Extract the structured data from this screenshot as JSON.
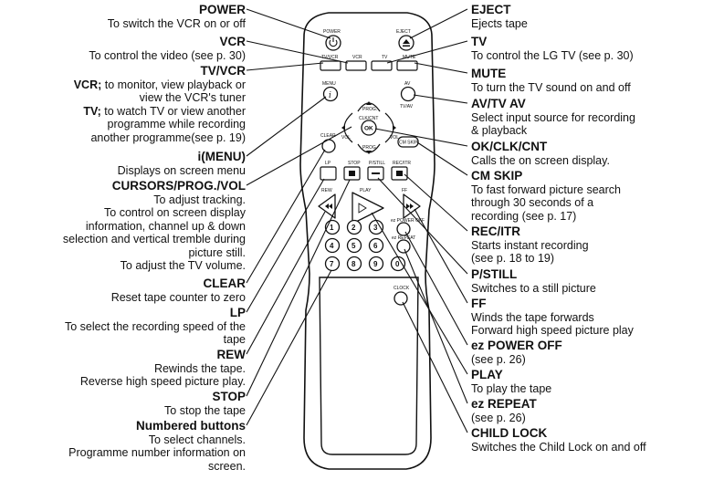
{
  "left_labels": [
    {
      "key": "power",
      "title": "POWER",
      "desc": [
        "To switch the VCR on or off"
      ]
    },
    {
      "key": "vcr",
      "title": "VCR",
      "desc": [
        "To control the video (see p. 30)"
      ]
    },
    {
      "key": "tvvcr",
      "title": "TV/VCR",
      "desc_vcr_label": "VCR;",
      "desc_vcr": "to monitor, view playback or",
      "desc_vcr2": "view the VCR's tuner",
      "desc_tv_label": "TV;",
      "desc_tv": "to watch TV or view another",
      "desc_tv2": "programme while recording",
      "desc_tv3": "another programme(see p. 19)"
    },
    {
      "key": "menu",
      "title": "i(MENU)",
      "desc": [
        "Displays on screen menu"
      ]
    },
    {
      "key": "cursors",
      "title": "CURSORS/PROG./VOL",
      "desc": [
        "To adjust tracking.",
        "To control on screen display",
        "information, channel up & down",
        "selection and vertical tremble during",
        "picture still.",
        "To adjust the TV volume."
      ]
    },
    {
      "key": "clear",
      "title": "CLEAR",
      "desc": [
        "Reset tape counter to zero"
      ]
    },
    {
      "key": "lp",
      "title": "LP",
      "desc": [
        "To select the recording speed of the",
        "tape"
      ]
    },
    {
      "key": "rew",
      "title": "REW",
      "desc": [
        "Rewinds the tape.",
        "Reverse high speed picture play."
      ]
    },
    {
      "key": "stop",
      "title": "STOP",
      "desc": [
        "To stop the tape"
      ]
    },
    {
      "key": "numbered",
      "title": "Numbered buttons",
      "desc": [
        "To select channels.",
        "Programme number information on",
        "screen."
      ]
    }
  ],
  "right_labels": [
    {
      "key": "eject",
      "title": "EJECT",
      "desc": [
        "Ejects tape"
      ]
    },
    {
      "key": "tv",
      "title": "TV",
      "desc": [
        "To control the LG TV (see p. 30)"
      ]
    },
    {
      "key": "mute",
      "title": "MUTE",
      "desc": [
        "To turn the TV sound on and off"
      ]
    },
    {
      "key": "avtv",
      "title": "AV/TV AV",
      "desc": [
        "Select input source for recording",
        "& playback"
      ]
    },
    {
      "key": "ok",
      "title": "OK/CLK/CNT",
      "desc": [
        "Calls the on screen display."
      ]
    },
    {
      "key": "cmskip",
      "title": "CM SKIP",
      "desc": [
        "To fast forward picture search",
        "through 30 seconds of a",
        "recording (see p. 17)"
      ]
    },
    {
      "key": "rec",
      "title": "REC/ITR",
      "desc": [
        "Starts instant recording",
        "(see p. 18 to 19)"
      ]
    },
    {
      "key": "pstill",
      "title": "P/STILL",
      "desc": [
        "Switches to a still picture"
      ]
    },
    {
      "key": "ff",
      "title": "FF",
      "desc": [
        "Winds the tape forwards",
        "Forward high speed picture play"
      ]
    },
    {
      "key": "ezpower",
      "title": "ez POWER OFF",
      "desc": [
        "(see p. 26)"
      ]
    },
    {
      "key": "play",
      "title": "PLAY",
      "desc": [
        "To play the tape"
      ]
    },
    {
      "key": "ezrepeat",
      "title": "ez REPEAT",
      "desc": [
        "(see p. 26)"
      ]
    },
    {
      "key": "childlock",
      "title": "CHILD LOCK",
      "desc": [
        "Switches the Child Lock on and off"
      ]
    }
  ],
  "remote_labels": {
    "power": "POWER",
    "eject": "EJECT",
    "tvvcr": "TV/VCR",
    "vcr": "VCR",
    "tv": "TV",
    "mute": "MUTE",
    "menu": "MENU",
    "av": "AV",
    "tvav": "TV/AV",
    "prog_up": "PROG.",
    "prog_down": "PROG.",
    "clk": "CLK/CNT",
    "ok": "OK",
    "vol_left": "VOL",
    "vol_right": "VOL",
    "clear": "CLEAR",
    "cmskip": "CM SKIP",
    "lp": "LP",
    "stop": "STOP",
    "pstill": "P/STILL",
    "recitr": "REC/ITR",
    "rew": "REW",
    "play": "PLAY",
    "ff": "FF",
    "ezpoweroff": "ez POWER OFF",
    "ezrepeat": "ez REPEAT",
    "clock": "CLOCK",
    "digits": [
      "1",
      "2",
      "3",
      "4",
      "5",
      "6",
      "7",
      "8",
      "9",
      "0"
    ]
  },
  "icons": {
    "power": "power-icon",
    "eject": "eject-icon",
    "rew": "rewind-icon",
    "play": "play-icon",
    "ff": "fast-forward-icon",
    "stop": "stop-icon",
    "pstill": "pause-icon",
    "rec": "record-icon"
  }
}
